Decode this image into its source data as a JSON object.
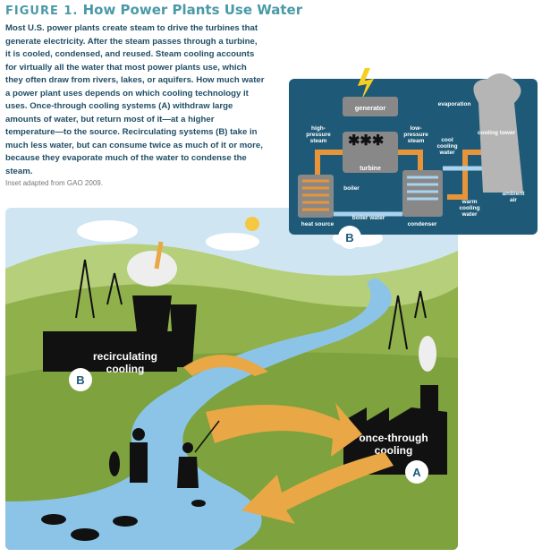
{
  "figure": {
    "label": "FIGURE 1.",
    "title": "How Power Plants Use Water",
    "body": "Most U.S. power plants create steam to drive the turbines that generate electricity. After the steam passes through a turbine, it is cooled, condensed, and reused. Steam cooling accounts for virtually all the water that most power plants use, which they often draw from rivers, lakes, or aquifers. How much water a power plant uses depends on which cooling technology it uses. Once-through cooling systems (A) withdraw large amounts of water, but return most of it—at a higher temperature—to the source. Recirculating systems (B) take in much less water, but can consume twice as much of it or more, because they evaporate much of the water to condense the steam.",
    "credit": "Inset adapted from GAO 2009."
  },
  "inset": {
    "generator": "generator",
    "high1": "high-",
    "high2": "pressure",
    "high3": "steam",
    "low1": "low-",
    "low2": "pressure",
    "low3": "steam",
    "turbine": "turbine",
    "boiler": "boiler",
    "heat_source": "heat source",
    "boiler_water": "boiler water",
    "condenser": "condenser",
    "evaporation": "evaporation",
    "cooling_tower": "cooling tower",
    "cool1": "cool",
    "cool2": "cooling",
    "cool3": "water",
    "warm1": "warm",
    "warm2": "cooling",
    "warm3": "water",
    "ambient1": "ambient",
    "ambient2": "air",
    "badge": "B"
  },
  "scene": {
    "recirc1": "recirculating",
    "recirc2": "cooling",
    "badge_b": "B",
    "once1": "once-through",
    "once2": "cooling",
    "badge_a": "A"
  },
  "colors": {
    "inset_bg": "#1e5a78",
    "steam_pipe": "#e8953a",
    "water_pipe": "#a9d3ee",
    "river": "#8cc4e8",
    "grass": "#8fb04a",
    "sky": "#cfe6f2",
    "arrow": "#eaa745"
  }
}
